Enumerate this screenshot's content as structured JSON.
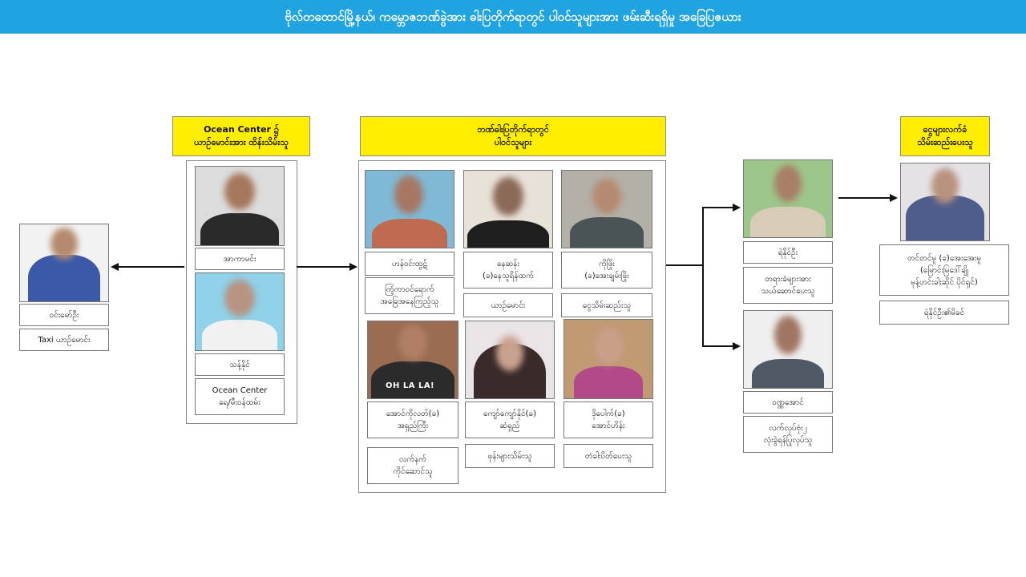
{
  "title": "ဗိုလ်တထောင်မြို့နယ်၊ ကမ္ဘောဇဘဏ်ခွဲအား ဓါးပြတိုက်ရာတွင် ပါဝင်သူများအား ဖမ်းဆီးရရှိမှု အခြေပြဇယား",
  "groups": {
    "ocean_center": {
      "line1": "Ocean Center ၌",
      "line2": "ယာဉ်မောင်းအား ထိန်းသိမ်းသူ"
    },
    "robbers": {
      "line1": "ဘဏ်ဓါးပြတိုက်ရာတွင်",
      "line2": "ပါဝင်သူများ"
    },
    "money": {
      "line1": "ငွေများလက်ခံ",
      "line2": "သိမ်းဆည်းပေးသူ"
    }
  },
  "people": {
    "left": {
      "name": "ဝင်းမော်ဦး",
      "role": "Taxi ယာဉ်မောင်း"
    },
    "oc1": {
      "name": "အာကာမင်း"
    },
    "oc2": {
      "name": "သန့်နိုင်",
      "role_line1": "Ocean Center",
      "role_line2": "ရေ/မီးဝန်ထမ်း"
    },
    "r1": {
      "name": "ဟန်ဝင်းထွဋ်",
      "role_line1": "ကြံ့ကာ၀င်ရောက်",
      "role_line2": "အခြေအနေကြည့်သူ"
    },
    "r2": {
      "name_line1": "နေဆန်း",
      "name_line2": "(ခ)နေသူရိန်ထက်",
      "role": "ယာဉ်မောင်း"
    },
    "r3": {
      "name_line1": "ကိုဖြိုး",
      "name_line2": "(ခ)အေးချမ်းဖြိုး",
      "role": "ငွေသိမ်းဆည်းသူ"
    },
    "r4": {
      "name_line1": "အောင်ကိုလတ်(ခ)",
      "name_line2": "အရှည်ကြီး",
      "role_line1": "လက်နက်",
      "role_line2": "ကိုင်ဆောင်သူ",
      "shirt": "OH LA LA!"
    },
    "r5": {
      "name_line1": "ကျော်ကျော်နိုင်(ခ)",
      "name_line2": "ဆံရှည်",
      "role": "ဖုန်းများသိမ်းသူ"
    },
    "r6": {
      "name_line1": "ဒိုပေါက်(ခ)",
      "name_line2": "အောင်ဟိန်း",
      "role": "တံခါးပိတ်ပေးသူ"
    },
    "p1": {
      "name": "ရဲနိုင်ဦး",
      "role_line1": "တရားခံများအား",
      "role_line2": "သယ်ဆောင်ပေးသူ"
    },
    "p2": {
      "name": "ဝဏ္ဏအောင်",
      "role_line1": "လက်လုပ်ဗုံး၂",
      "role_line2": "လုံးခွဲရန်ပြုလုပ်သူ"
    },
    "m1": {
      "name_line1": "တင်တင်မူ (ခ)အေးအေးမူ",
      "name_line2": "(မြောင်းမြဒေါ်ချို",
      "name_line3": "မုန့်ဟင်းခါးဆိုင် ပိုင်ရှင်)",
      "role": "ရဲနိုင်ဦး၏မိခင်"
    }
  },
  "colors": {
    "title_bar": "#1fa3e1",
    "header_box": "#ffee00"
  }
}
